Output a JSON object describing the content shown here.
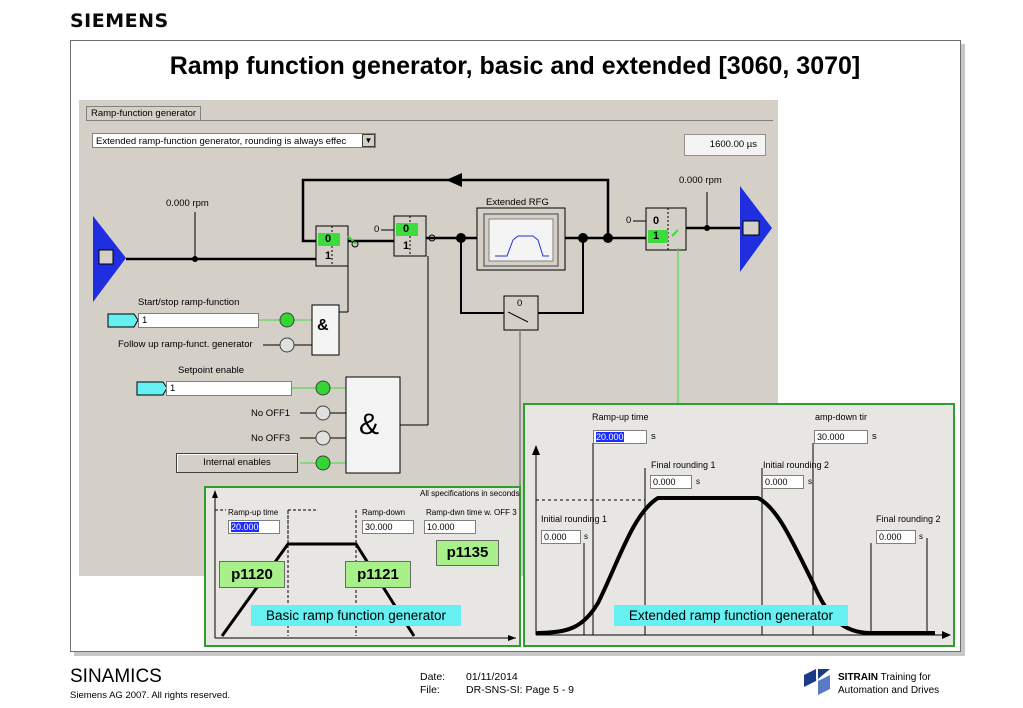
{
  "brand": "SIEMENS",
  "title": "Ramp function generator, basic and extended [3060, 3070]",
  "tab": "Ramp-function generator",
  "mode_select": "Extended ramp-function generator, rounding is always effec",
  "cycle_time": "1600.00  µs",
  "setpoint_in": "0.000  rpm",
  "setpoint_out": "0.000  rpm",
  "extended_rfg": "Extended RFG",
  "zero": "0",
  "zero_b": "0",
  "switch": {
    "a0": "0",
    "a1": "1",
    "b0": "0",
    "b1": "1",
    "c0": "0",
    "c1": "1",
    "d": "0"
  },
  "start_stop": {
    "label": "Start/stop ramp-function",
    "value": "1"
  },
  "follow_up": "Follow up ramp-funct. generator",
  "setpoint_enable": {
    "label": "Setpoint enable",
    "value": "1"
  },
  "no_off1": "No OFF1",
  "no_off3": "No OFF3",
  "internal_enables": "Internal enables",
  "and_gate": "&",
  "basic": {
    "all_specs": "All specifications in seconds",
    "rampup_label": "Ramp-up time",
    "rampup_value": "20.000",
    "rampdown_label": "Ramp-down",
    "rampdown_value": "30.000",
    "off3_label": "Ramp-dwn time w. OFF 3",
    "off3_value": "10.000",
    "p1120": "p1120",
    "p1121": "p1121",
    "p1135": "p1135",
    "caption": "Basic ramp function generator"
  },
  "extended": {
    "rampup_label": "Ramp-up time",
    "rampup_value": "20.000",
    "rampup_unit": "s",
    "rampdown_label": "amp-down tir",
    "rampdown_value": "30.000",
    "rampdown_unit": "s",
    "final1_label": "Final rounding 1",
    "final1_value": "0.000",
    "initial2_label": "Initial rounding 2",
    "initial2_value": "0.000",
    "initial1_label": "Initial rounding 1",
    "initial1_value": "0.000",
    "final2_label": "Final rounding 2",
    "final2_value": "0.000",
    "unit": "s",
    "caption": "Extended ramp function generator"
  },
  "footer": {
    "product": "SINAMICS",
    "copyright": "Siemens AG 2007. All rights reserved.",
    "date_key": "Date:",
    "date_val": "01/11/2014",
    "file_key": "File:",
    "file_val": "DR-SNS-SI: Page 5 - 9",
    "sitrain_bold": "SITRAIN",
    "sitrain_rest": " Training for",
    "sitrain_line2": "Automation and Drives"
  },
  "colors": {
    "green": "#2e9e2e",
    "blue": "#1f2fe0",
    "cyan": "#66f0f2",
    "badge": "#a7f08a"
  }
}
